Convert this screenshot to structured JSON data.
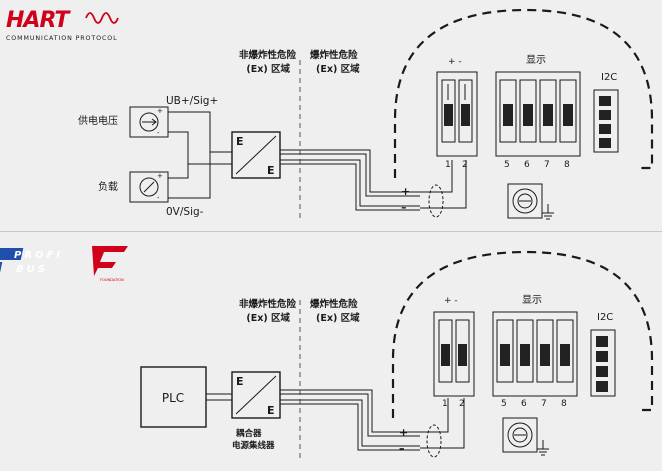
{
  "top": {
    "logo_text": "HART",
    "logo_subtitle": "COMMUNICATION PROTOCOL",
    "zone_non_ex_line1": "非爆炸性危险",
    "zone_non_ex_line2": "(Ex) 区域",
    "zone_ex_line1": "爆炸性危险",
    "zone_ex_line2": "(Ex) 区域",
    "supply_label": "UB+/Sig+",
    "ground_label": "0V/Sig-",
    "power_label": "供电电压",
    "load_label": "负载",
    "barrier_in": "E",
    "barrier_out": "E",
    "plus_minus": "+   -",
    "display_label": "显示",
    "i2c_label": "I2C",
    "terminals": [
      "1",
      "2",
      "5",
      "6",
      "7",
      "8"
    ],
    "plus": "+",
    "minus": "–",
    "small_plus": "+",
    "small_minus": "-"
  },
  "bottom": {
    "profibus_line1": "PROFI",
    "profibus_line2": "BUS",
    "ff_label": "FOUNDATION",
    "zone_non_ex_line1": "非爆炸性危险",
    "zone_non_ex_line2": "(Ex) 区域",
    "zone_ex_line1": "爆炸性危险",
    "zone_ex_line2": "(Ex) 区域",
    "plc_label": "PLC",
    "coupler_in": "E",
    "coupler_out": "E",
    "coupler_caption1": "耦合器",
    "coupler_caption2": "电源集线器",
    "plus_minus": "+   -",
    "display_label": "显示",
    "i2c_label": "I2C",
    "terminals": [
      "1",
      "2",
      "5",
      "6",
      "7",
      "8"
    ],
    "plus": "+",
    "minus": "–"
  }
}
